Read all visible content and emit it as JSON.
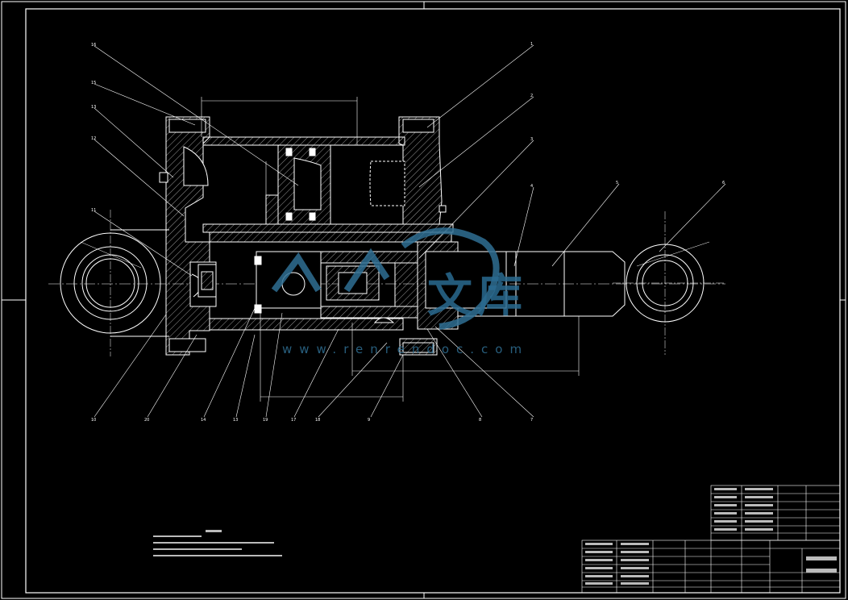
{
  "watermark": {
    "url_text": "www.renrendoc.com",
    "cn_text": "文库"
  },
  "balloons": {
    "top": [
      "16",
      "15",
      "13",
      "12",
      "11",
      "1",
      "2",
      "3",
      "4",
      "5",
      "6"
    ],
    "bottom": [
      "10",
      "20",
      "14",
      "13",
      "19",
      "17",
      "18",
      "9",
      "8",
      "7"
    ]
  },
  "colors": {
    "background": "#000000",
    "line": "#ffffff",
    "watermark": "#2f6f93"
  }
}
